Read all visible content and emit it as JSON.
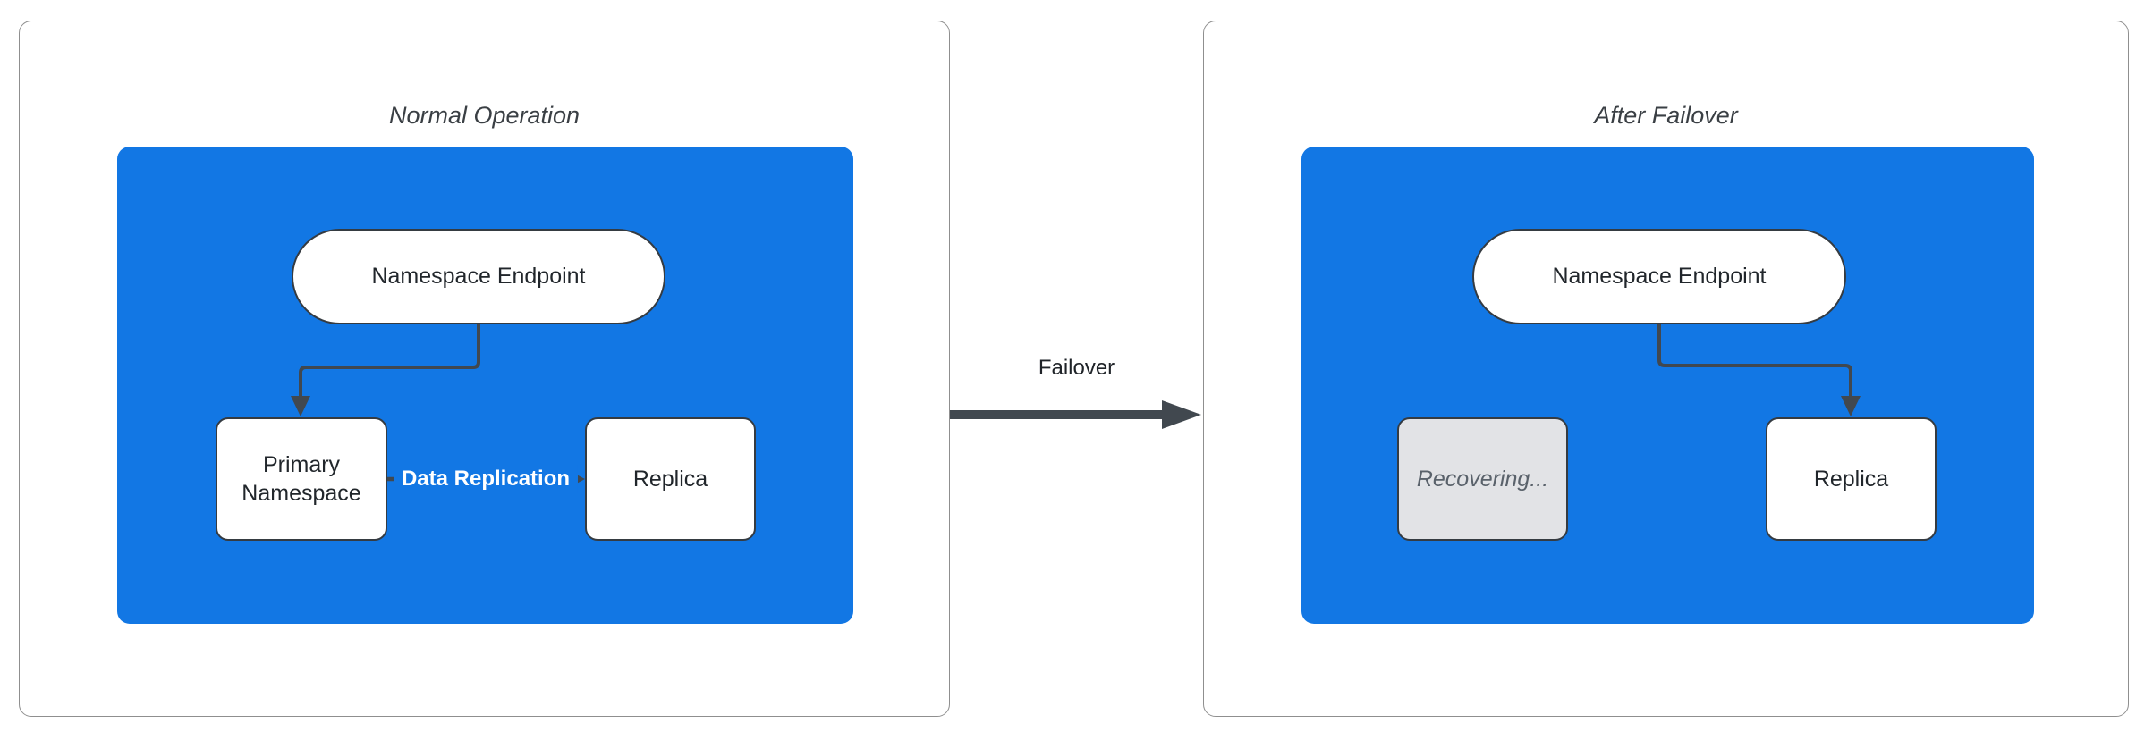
{
  "left_panel": {
    "title": "Normal Operation",
    "endpoint": "Namespace Endpoint",
    "primary": "Primary Namespace",
    "replica": "Replica",
    "replication_label": "Data Replication"
  },
  "right_panel": {
    "title": "After Failover",
    "endpoint": "Namespace Endpoint",
    "recovering": "Recovering...",
    "replica": "Replica"
  },
  "transition": {
    "label": "Failover"
  },
  "colors": {
    "cluster_fill": "#1277E4",
    "edge_color": "#41484F",
    "node_border": "#353B41",
    "node_text": "#21262B",
    "recovering_fill": "#E2E3E6",
    "recovering_text": "#5A626B",
    "title_text": "#3A3F44",
    "panel_border": "#8F8F8F"
  }
}
